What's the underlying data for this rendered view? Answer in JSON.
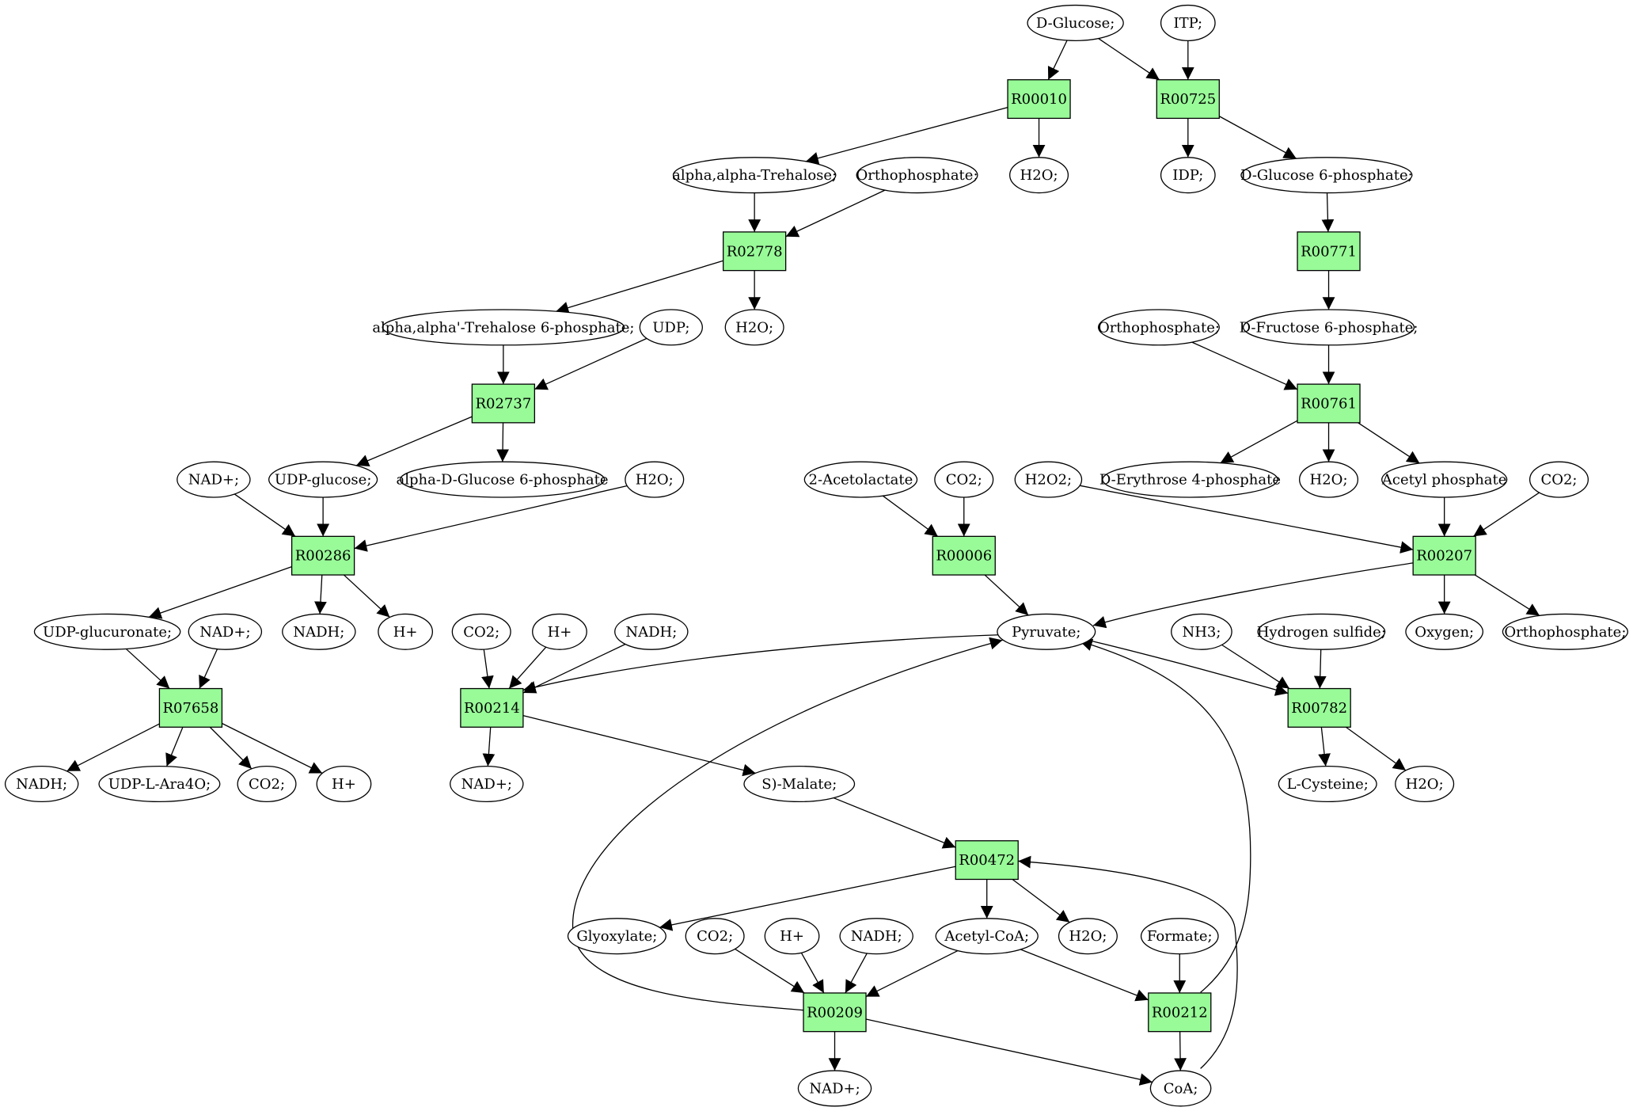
{
  "colors": {
    "reaction_fill": "#98fb98",
    "reaction_alt_fill": "#add8e6",
    "compound_fill": "#ffffff",
    "source_fill": "#00ee00",
    "target_fill": "#ffff00"
  },
  "graph": {
    "compounds": [
      {
        "id": "dglucose",
        "label": "D-Glucose;",
        "role": "source"
      },
      {
        "id": "itp",
        "label": "ITP;"
      },
      {
        "id": "trehalose",
        "label": "alpha,alpha-Trehalose;"
      },
      {
        "id": "ortho1",
        "label": "Orthophosphate;"
      },
      {
        "id": "h2o_1",
        "label": "H2O;"
      },
      {
        "id": "idp",
        "label": "IDP;"
      },
      {
        "id": "g6p",
        "label": "D-Glucose 6-phosphate;"
      },
      {
        "id": "t6p",
        "label": "alpha,alpha'-Trehalose 6-phosphate;"
      },
      {
        "id": "udp",
        "label": "UDP;"
      },
      {
        "id": "h2o_2",
        "label": "H2O;"
      },
      {
        "id": "ortho2",
        "label": "Orthophosphate;"
      },
      {
        "id": "f6p",
        "label": "D-Fructose 6-phosphate;"
      },
      {
        "id": "nadp_1",
        "label": "NAD+;"
      },
      {
        "id": "udpglucose",
        "label": "UDP-glucose;"
      },
      {
        "id": "ag6p",
        "label": "alpha-D-Glucose 6-phosphate"
      },
      {
        "id": "h2o_3",
        "label": "H2O;"
      },
      {
        "id": "acetolactate",
        "label": "2-Acetolactate"
      },
      {
        "id": "co2_1",
        "label": "CO2;"
      },
      {
        "id": "h2o2",
        "label": "H2O2;"
      },
      {
        "id": "e4p",
        "label": "D-Erythrose 4-phosphate"
      },
      {
        "id": "h2o_4",
        "label": "H2O;"
      },
      {
        "id": "acetylp",
        "label": "Acetyl phosphate"
      },
      {
        "id": "co2_2",
        "label": "CO2;"
      },
      {
        "id": "udpglucuronate",
        "label": "UDP-glucuronate;"
      },
      {
        "id": "nadp_2",
        "label": "NAD+;"
      },
      {
        "id": "nadh_1",
        "label": "NADH;"
      },
      {
        "id": "hp_1",
        "label": "H+"
      },
      {
        "id": "co2_3",
        "label": "CO2;"
      },
      {
        "id": "hp_2",
        "label": "H+"
      },
      {
        "id": "nadh_2",
        "label": "NADH;"
      },
      {
        "id": "pyruvate",
        "label": "Pyruvate;"
      },
      {
        "id": "nh3",
        "label": "NH3;"
      },
      {
        "id": "h2s",
        "label": "Hydrogen sulfide;"
      },
      {
        "id": "oxygen",
        "label": "Oxygen;"
      },
      {
        "id": "ortho3",
        "label": "Orthophosphate;"
      },
      {
        "id": "nadh_3",
        "label": "NADH;"
      },
      {
        "id": "udparap",
        "label": "UDP-L-Ara4O;"
      },
      {
        "id": "co2_4",
        "label": "CO2;"
      },
      {
        "id": "hp_3",
        "label": "H+"
      },
      {
        "id": "nadp_3",
        "label": "NAD+;"
      },
      {
        "id": "malate",
        "label": "S)-Malate;"
      },
      {
        "id": "lcys",
        "label": "L-Cysteine;",
        "role": "target"
      },
      {
        "id": "h2o_5",
        "label": "H2O;"
      },
      {
        "id": "glyoxylate",
        "label": "Glyoxylate;"
      },
      {
        "id": "co2_5",
        "label": "CO2;"
      },
      {
        "id": "hp_4",
        "label": "H+"
      },
      {
        "id": "nadh_4",
        "label": "NADH;"
      },
      {
        "id": "acetylcoa",
        "label": "Acetyl-CoA;"
      },
      {
        "id": "h2o_6",
        "label": "H2O;"
      },
      {
        "id": "formate",
        "label": "Formate;"
      },
      {
        "id": "nadp_4",
        "label": "NAD+;"
      },
      {
        "id": "coa",
        "label": "CoA;"
      }
    ],
    "reactions": [
      {
        "id": "R00010",
        "label": "R00010"
      },
      {
        "id": "R00725",
        "label": "R00725"
      },
      {
        "id": "R02778",
        "label": "R02778"
      },
      {
        "id": "R00771",
        "label": "R00771"
      },
      {
        "id": "R02737",
        "label": "R02737"
      },
      {
        "id": "R00761",
        "label": "R00761"
      },
      {
        "id": "R00286",
        "label": "R00286"
      },
      {
        "id": "R00006",
        "label": "R00006"
      },
      {
        "id": "R00207",
        "label": "R00207"
      },
      {
        "id": "R07658",
        "label": "R07658"
      },
      {
        "id": "R00214",
        "label": "R00214"
      },
      {
        "id": "R00782",
        "label": "R00782"
      },
      {
        "id": "R00472",
        "label": "R00472"
      },
      {
        "id": "R00209",
        "label": "R00209"
      },
      {
        "id": "R00212",
        "label": "R00212",
        "highlight": true
      }
    ],
    "edges": [
      [
        "dglucose",
        "R00010"
      ],
      [
        "dglucose",
        "R00725"
      ],
      [
        "itp",
        "R00725"
      ],
      [
        "R00010",
        "trehalose"
      ],
      [
        "R00010",
        "h2o_1"
      ],
      [
        "R00725",
        "idp"
      ],
      [
        "R00725",
        "g6p"
      ],
      [
        "trehalose",
        "R02778"
      ],
      [
        "ortho1",
        "R02778"
      ],
      [
        "g6p",
        "R00771"
      ],
      [
        "R02778",
        "t6p"
      ],
      [
        "R02778",
        "h2o_2"
      ],
      [
        "R00771",
        "f6p"
      ],
      [
        "t6p",
        "R02737"
      ],
      [
        "udp",
        "R02737"
      ],
      [
        "ortho2",
        "R00761"
      ],
      [
        "f6p",
        "R00761"
      ],
      [
        "R02737",
        "udpglucose"
      ],
      [
        "R02737",
        "ag6p"
      ],
      [
        "R00761",
        "e4p"
      ],
      [
        "R00761",
        "h2o_4"
      ],
      [
        "R00761",
        "acetylp"
      ],
      [
        "nadp_1",
        "R00286"
      ],
      [
        "udpglucose",
        "R00286"
      ],
      [
        "h2o_3",
        "R00286"
      ],
      [
        "acetolactate",
        "R00006"
      ],
      [
        "co2_1",
        "R00006"
      ],
      [
        "h2o2",
        "R00207"
      ],
      [
        "acetylp",
        "R00207"
      ],
      [
        "co2_2",
        "R00207"
      ],
      [
        "R00286",
        "udpglucuronate"
      ],
      [
        "R00286",
        "nadh_1"
      ],
      [
        "R00286",
        "hp_1"
      ],
      [
        "R00006",
        "pyruvate"
      ],
      [
        "R00207",
        "pyruvate"
      ],
      [
        "R00207",
        "oxygen"
      ],
      [
        "R00207",
        "ortho3"
      ],
      [
        "udpglucuronate",
        "R07658"
      ],
      [
        "nadp_2",
        "R07658"
      ],
      [
        "co2_3",
        "R00214"
      ],
      [
        "hp_2",
        "R00214"
      ],
      [
        "nadh_2",
        "R00214"
      ],
      [
        "pyruvate",
        "R00214"
      ],
      [
        "pyruvate",
        "R00782"
      ],
      [
        "nh3",
        "R00782"
      ],
      [
        "h2s",
        "R00782"
      ],
      [
        "R07658",
        "nadh_3"
      ],
      [
        "R07658",
        "udparap"
      ],
      [
        "R07658",
        "co2_4"
      ],
      [
        "R07658",
        "hp_3"
      ],
      [
        "R00214",
        "nadp_3"
      ],
      [
        "R00214",
        "malate"
      ],
      [
        "R00782",
        "lcys"
      ],
      [
        "R00782",
        "h2o_5"
      ],
      [
        "malate",
        "R00472"
      ],
      [
        "R00472",
        "glyoxylate"
      ],
      [
        "R00472",
        "acetylcoa"
      ],
      [
        "R00472",
        "h2o_6"
      ],
      [
        "co2_5",
        "R00209"
      ],
      [
        "hp_4",
        "R00209"
      ],
      [
        "nadh_4",
        "R00209"
      ],
      [
        "acetylcoa",
        "R00209"
      ],
      [
        "acetylcoa",
        "R00212"
      ],
      [
        "formate",
        "R00212"
      ],
      [
        "R00209",
        "pyruvate"
      ],
      [
        "R00209",
        "nadp_4"
      ],
      [
        "R00209",
        "coa"
      ],
      [
        "R00212",
        "pyruvate"
      ],
      [
        "R00212",
        "coa"
      ],
      [
        "coa",
        "R00472"
      ]
    ]
  }
}
